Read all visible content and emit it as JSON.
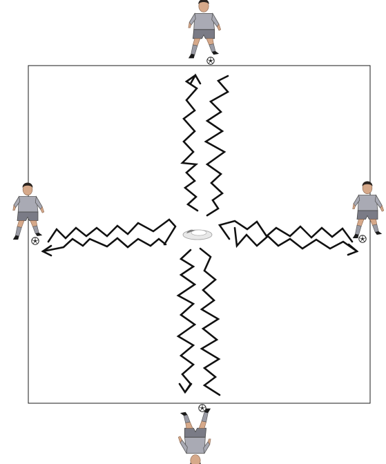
{
  "diagram": {
    "players": [
      {
        "id": "top",
        "icon": "soccer-player-icon"
      },
      {
        "id": "left",
        "icon": "soccer-player-icon"
      },
      {
        "id": "right",
        "icon": "soccer-player-icon"
      },
      {
        "id": "bottom",
        "icon": "soccer-player-icon"
      }
    ],
    "center_marker": "cone-icon",
    "ball_icon": "soccer-ball-icon",
    "colors": {
      "field_line": "#1a1a1a",
      "dribble_path": "#111111",
      "kit_shirt": "#a9aab4",
      "kit_shorts": "#7a7b86"
    }
  }
}
